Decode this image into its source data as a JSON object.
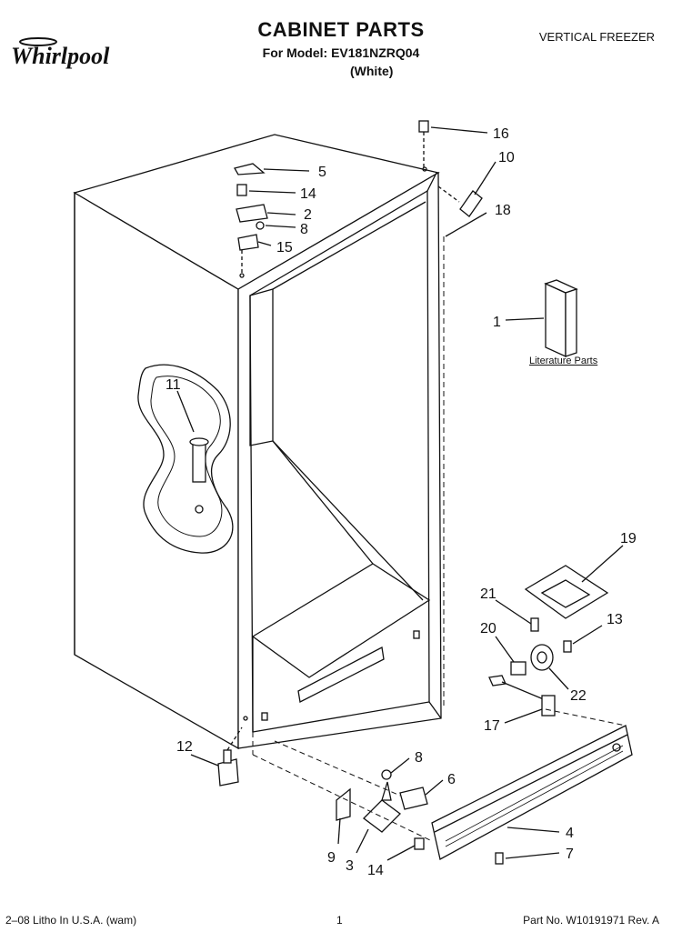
{
  "header": {
    "brand": "Whirlpool",
    "title": "CABINET PARTS",
    "subtitle": "For Model: EV181NZRQ04",
    "color": "(White)",
    "category": "VERTICAL FREEZER"
  },
  "literature_label": "Literature Parts",
  "callouts": {
    "c16": "16",
    "c10": "10",
    "c5": "5",
    "c18": "18",
    "c14a": "14",
    "c2": "2",
    "c8a": "8",
    "c15": "15",
    "c1": "1",
    "c11": "11",
    "c19": "19",
    "c21": "21",
    "c13": "13",
    "c20": "20",
    "c22": "22",
    "c17": "17",
    "c12": "12",
    "c8b": "8",
    "c6": "6",
    "c4": "4",
    "c7": "7",
    "c9": "9",
    "c3": "3",
    "c14b": "14"
  },
  "footer": {
    "left": "2–08 Litho In U.S.A. (wam)",
    "page": "1",
    "right": "Part No. W10191971 Rev. A"
  }
}
